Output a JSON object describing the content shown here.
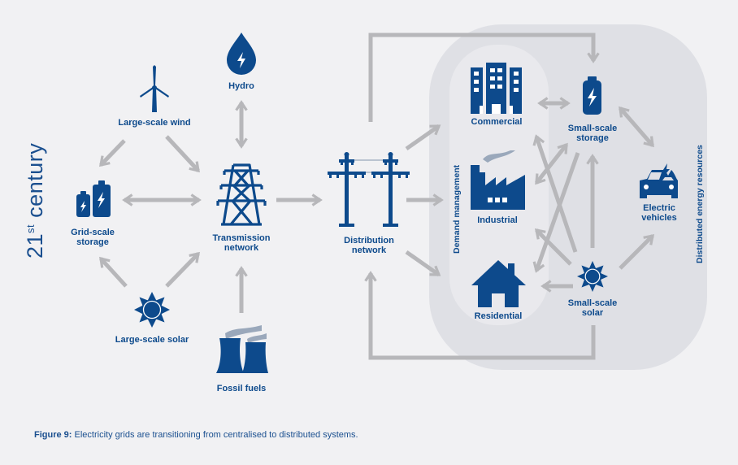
{
  "era_label": {
    "number": "21",
    "suffix": "st",
    "word": " century"
  },
  "colors": {
    "primary": "#0d4a8c",
    "arrow": "#b7b7ba",
    "background": "#f1f1f3",
    "outer_region": "#dfe0e5",
    "inner_region": "#e9e9ed",
    "smoke": "#9aa8bb"
  },
  "nodes": {
    "hydro": {
      "label": "Hydro",
      "icon": "water-drop-bolt-icon"
    },
    "wind": {
      "label": "Large-scale wind",
      "icon": "wind-turbine-icon"
    },
    "grid_storage": {
      "label": "Grid-scale storage",
      "line1": "Grid-scale",
      "line2": "storage",
      "icon": "battery-pair-icon"
    },
    "transmission": {
      "label": "Transmission network",
      "line1": "Transmission",
      "line2": "network",
      "icon": "transmission-tower-icon"
    },
    "large_solar": {
      "label": "Large-scale solar",
      "icon": "sun-icon"
    },
    "fossil": {
      "label": "Fossil fuels",
      "icon": "cooling-towers-icon"
    },
    "distribution": {
      "label": "Distribution network",
      "line1": "Distribution",
      "line2": "network",
      "icon": "utility-poles-icon"
    },
    "commercial": {
      "label": "Commercial",
      "icon": "office-building-icon"
    },
    "industrial": {
      "label": "Industrial",
      "icon": "factory-icon"
    },
    "residential": {
      "label": "Residential",
      "icon": "house-icon"
    },
    "small_storage": {
      "label": "Small-scale storage",
      "line1": "Small-scale",
      "line2": "storage",
      "icon": "battery-icon"
    },
    "small_solar": {
      "label": "Small-scale solar",
      "line1": "Small-scale",
      "line2": "solar",
      "icon": "sun-icon"
    },
    "ev": {
      "label": "Electric vehicles",
      "line1": "Electric",
      "line2": "vehicles",
      "icon": "electric-car-icon"
    }
  },
  "regions": {
    "demand_management": "Demand management",
    "distributed_resources": "Distributed energy resources"
  },
  "edges": [
    {
      "from": "wind",
      "to": "grid_storage",
      "direction": "one-way"
    },
    {
      "from": "wind",
      "to": "transmission",
      "direction": "one-way"
    },
    {
      "from": "grid_storage",
      "to": "transmission",
      "direction": "two-way"
    },
    {
      "from": "large_solar",
      "to": "grid_storage",
      "direction": "one-way"
    },
    {
      "from": "large_solar",
      "to": "transmission",
      "direction": "one-way"
    },
    {
      "from": "hydro",
      "to": "transmission",
      "direction": "two-way"
    },
    {
      "from": "fossil",
      "to": "transmission",
      "direction": "one-way"
    },
    {
      "from": "transmission",
      "to": "distribution",
      "direction": "one-way"
    },
    {
      "from": "distribution",
      "to": "commercial",
      "direction": "one-way"
    },
    {
      "from": "distribution",
      "to": "industrial",
      "direction": "one-way"
    },
    {
      "from": "distribution",
      "to": "residential",
      "direction": "one-way"
    },
    {
      "from": "distribution",
      "to": "small_storage",
      "direction": "one-way"
    },
    {
      "from": "small_solar",
      "to": "distribution",
      "direction": "one-way"
    },
    {
      "from": "commercial",
      "to": "small_storage",
      "direction": "two-way"
    },
    {
      "from": "industrial",
      "to": "small_storage",
      "direction": "two-way"
    },
    {
      "from": "small_storage",
      "to": "residential",
      "direction": "two-way"
    },
    {
      "from": "small_solar",
      "to": "commercial",
      "direction": "one-way"
    },
    {
      "from": "small_solar",
      "to": "industrial",
      "direction": "one-way"
    },
    {
      "from": "small_solar",
      "to": "residential",
      "direction": "one-way"
    },
    {
      "from": "small_solar",
      "to": "small_storage",
      "direction": "one-way"
    },
    {
      "from": "small_storage",
      "to": "ev",
      "direction": "two-way"
    },
    {
      "from": "small_solar",
      "to": "ev",
      "direction": "one-way"
    }
  ],
  "caption": {
    "prefix": "Figure 9:",
    "text": " Electricity grids are transitioning from centralised to distributed systems."
  }
}
